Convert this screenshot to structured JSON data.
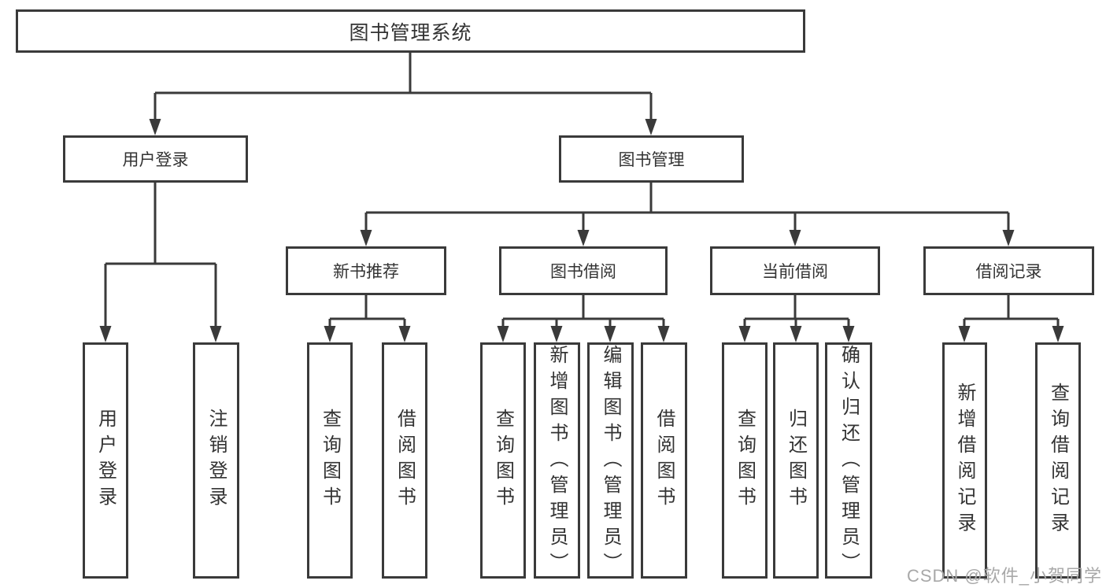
{
  "nodes": {
    "root": "图书管理系统",
    "user_login": "用户登录",
    "book_management": "图书管理",
    "new_book_recommend": "新书推荐",
    "book_borrow": "图书借阅",
    "current_borrow": "当前借阅",
    "borrow_record": "借阅记录",
    "leaf_user_login": "用户登录",
    "leaf_logout": "注销登录",
    "leaf_query_book_recommend": "查询图书",
    "leaf_borrow_book_recommend": "借阅图书",
    "leaf_query_book_borrow": "查询图书",
    "leaf_add_book_admin": "新增图书（管理员）",
    "leaf_edit_book_admin": "编辑图书（管理员）",
    "leaf_borrow_book_borrow": "借阅图书",
    "leaf_query_book_current": "查询图书",
    "leaf_return_book": "归还图书",
    "leaf_confirm_return_admin": "确认归还（管理员）",
    "leaf_add_borrow_record": "新增借阅记录",
    "leaf_query_borrow_record": "查询借阅记录"
  },
  "watermark": "CSDN @软件_小贺同学",
  "colors": {
    "line": "#3a3a3a",
    "text": "#333333",
    "watermark": "#a8a8a8",
    "background": "#ffffff"
  }
}
